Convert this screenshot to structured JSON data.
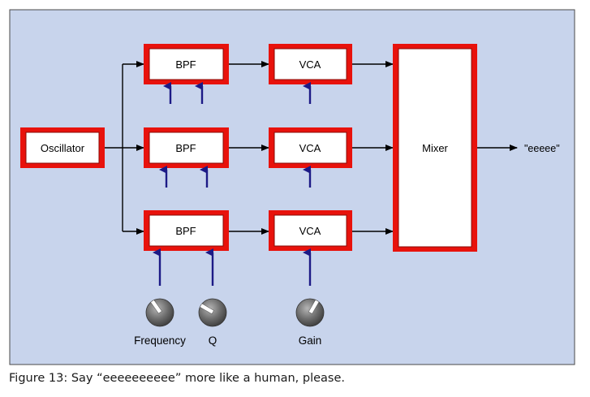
{
  "blocks": {
    "oscillator": "Oscillator",
    "bpf_top": "BPF",
    "bpf_middle": "BPF",
    "bpf_bottom": "BPF",
    "vca_top": "VCA",
    "vca_middle": "VCA",
    "vca_bottom": "VCA",
    "mixer": "Mixer"
  },
  "output_label": "\"eeeee\"",
  "knobs": {
    "frequency": "Frequency",
    "q": "Q",
    "gain": "Gain"
  },
  "caption": "Figure 13: Say “eeeeeeeeee” more like a human, please.",
  "colors": {
    "panel_background": "#c8d4ec",
    "block_border": "#e8120c",
    "block_fill": "#ffffff",
    "control_arrow": "#1c1a86",
    "signal_line": "#000000"
  },
  "icons": {
    "knob": "rotary-knob-icon"
  }
}
